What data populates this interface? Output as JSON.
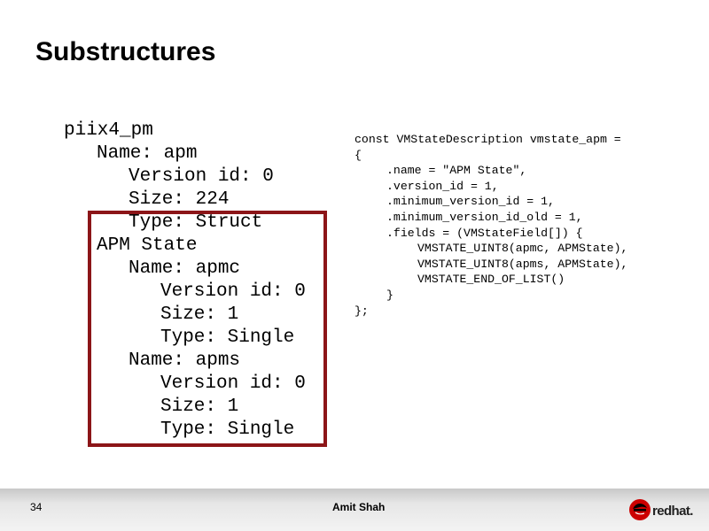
{
  "slide": {
    "title": "Substructures",
    "page_number": "34",
    "author": "Amit Shah",
    "logo_text": "redhat.",
    "accent_color": "#8c1518",
    "logo_red": "#cc0000"
  },
  "tree": [
    {
      "indent": 0,
      "text": "piix4_pm"
    },
    {
      "indent": 1,
      "text": "Name: apm"
    },
    {
      "indent": 2,
      "text": "Version id: 0"
    },
    {
      "indent": 2,
      "text": "Size: 224"
    },
    {
      "indent": 2,
      "text": "Type: Struct"
    },
    {
      "indent": 1,
      "text": "APM State"
    },
    {
      "indent": 2,
      "text": "Name: apmc"
    },
    {
      "indent": 3,
      "text": "Version id: 0"
    },
    {
      "indent": 3,
      "text": "Size: 1"
    },
    {
      "indent": 3,
      "text": "Type: Single"
    },
    {
      "indent": 2,
      "text": "Name: apms"
    },
    {
      "indent": 3,
      "text": "Version id: 0"
    },
    {
      "indent": 3,
      "text": "Size: 1"
    },
    {
      "indent": 3,
      "text": "Type: Single"
    }
  ],
  "code": [
    {
      "indent": 0,
      "text": "const VMStateDescription vmstate_apm ="
    },
    {
      "indent": 0,
      "text": "{"
    },
    {
      "indent": 1,
      "text": ".name = \"APM State\","
    },
    {
      "indent": 1,
      "text": ".version_id = 1,"
    },
    {
      "indent": 1,
      "text": ".minimum_version_id = 1,"
    },
    {
      "indent": 1,
      "text": ".minimum_version_id_old = 1,"
    },
    {
      "indent": 1,
      "text": ".fields = (VMStateField[]) {"
    },
    {
      "indent": 2,
      "text": "VMSTATE_UINT8(apmc, APMState),"
    },
    {
      "indent": 2,
      "text": "VMSTATE_UINT8(apms, APMState),"
    },
    {
      "indent": 2,
      "text": "VMSTATE_END_OF_LIST()"
    },
    {
      "indent": 1,
      "text": "}"
    },
    {
      "indent": 0,
      "text": "};"
    }
  ]
}
